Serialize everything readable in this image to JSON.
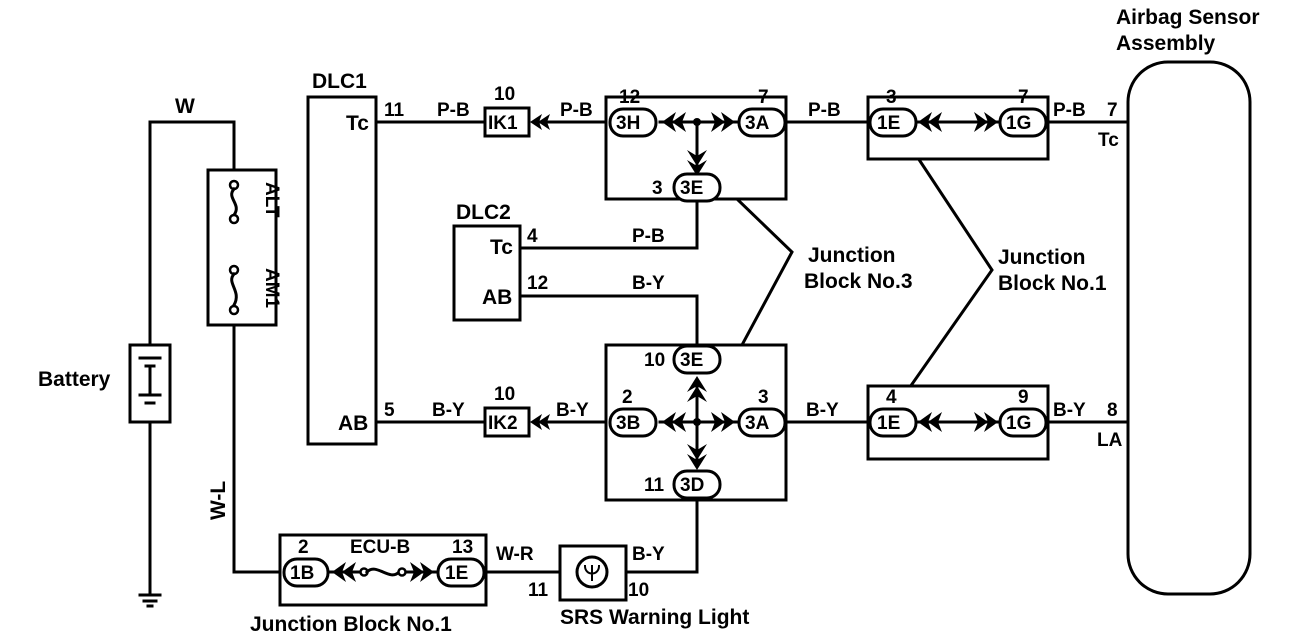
{
  "components": {
    "airbag_sensor_line1": "Airbag Sensor",
    "airbag_sensor_line2": "Assembly",
    "dlc1": "DLC1",
    "dlc2": "DLC2",
    "battery": "Battery",
    "fuse_alt": "ALT",
    "fuse_am1": "AM1",
    "ecu_b": "ECU-B",
    "jb1_bottom": "Junction Block No.1",
    "jb3_line1": "Junction",
    "jb3_line2": "Block No.3",
    "jb1_right_line1": "Junction",
    "jb1_right_line2": "Block No.1",
    "srs_light": "SRS Warning Light"
  },
  "wires": {
    "w": "W",
    "wl": "W-L",
    "pb": "P-B",
    "by": "B-Y",
    "wr": "W-R"
  },
  "terminals": {
    "tc": "Tc",
    "ab": "AB",
    "la": "LA",
    "n11": "11",
    "n10": "10",
    "n12": "12",
    "n7": "7",
    "n3": "3",
    "n4": "4",
    "n5": "5",
    "n2": "2",
    "n9": "9",
    "n8": "8",
    "n13": "13"
  },
  "connectors": {
    "ik1": "IK1",
    "ik2": "IK2",
    "c3h": "3H",
    "c3a": "3A",
    "c3e": "3E",
    "c3b": "3B",
    "c3d": "3D",
    "c1e": "1E",
    "c1g": "1G",
    "c1b": "1B"
  },
  "colors": {
    "ink": "#000000",
    "paper": "#ffffff"
  }
}
